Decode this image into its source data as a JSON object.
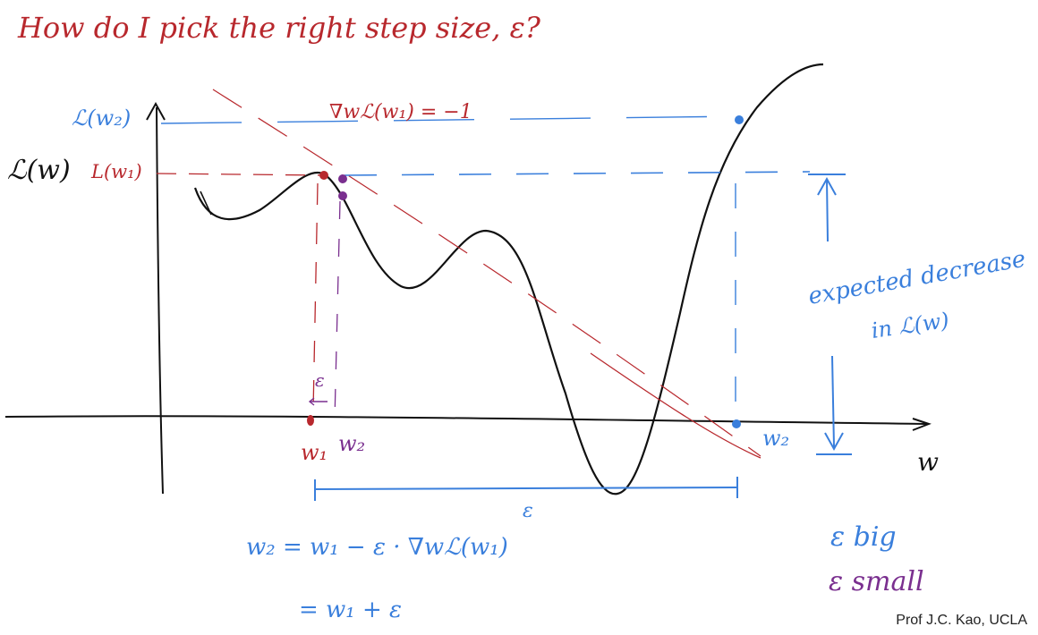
{
  "title": "How do I pick the right step size, ε?",
  "colors": {
    "red": "#b8282d",
    "blue": "#3a7fdc",
    "purple": "#7a2f8f",
    "black": "#111111"
  },
  "labels": {
    "L_w2": "ℒ(w₂)",
    "L_w": "ℒ(w)",
    "L_w1": "L(w₁)",
    "gradient": "∇wℒ(w₁) = −1",
    "expected_line1": "expected decrease",
    "expected_line2": "in ℒ(w)",
    "eps_small_tick": "ε",
    "w1": "w₁",
    "w2_purple": "w₂",
    "w2_blue": "w₂",
    "w_axis": "w",
    "eps_bracket": "ε",
    "eq1": "w₂ = w₁ − ε · ∇wℒ(w₁)",
    "eq2": "= w₁ + ε",
    "legend_big": "ε  big",
    "legend_small": "ε  small"
  },
  "credit": "Prof J.C. Kao, UCLA"
}
